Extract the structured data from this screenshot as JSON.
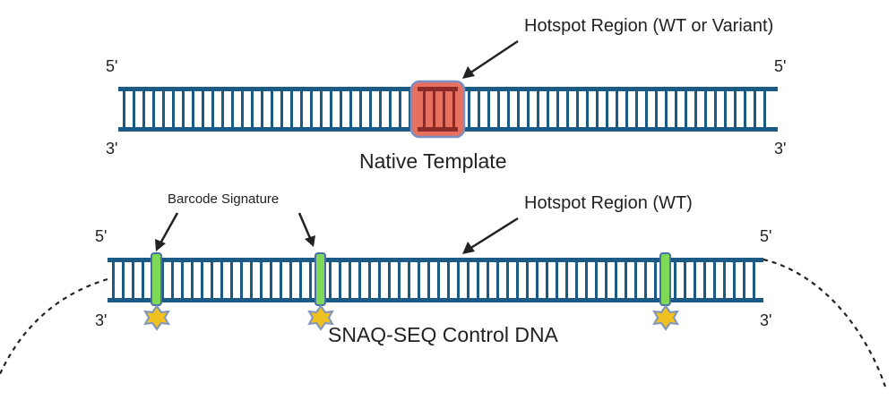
{
  "native_template": {
    "title": "Native Template",
    "top_left_end": "5'",
    "bottom_left_end": "3'",
    "top_right_end": "5'",
    "bottom_right_end": "3'",
    "hotspot_label": "Hotspot Region (WT or Variant)"
  },
  "control_dna": {
    "title": "SNAQ-SEQ Control DNA",
    "top_left_end": "5'",
    "bottom_left_end": "3'",
    "top_right_end": "5'",
    "bottom_right_end": "3'",
    "hotspot_label": "Hotspot Region (WT)",
    "barcode_label": "Barcode Signature",
    "barcode_count": 3
  },
  "colors": {
    "strand": "#1a5a85",
    "rung": "#1a5a85",
    "hotspot_fill": "#e8705f",
    "hotspot_border": "#7a8fc2",
    "hotspot_rung": "#8b2a26",
    "barcode": "#7ed957",
    "barcode_border": "#4a6fa8",
    "star_fill": "#f0c020",
    "star_outline": "#7f96bf",
    "arrow": "#222222",
    "circle_arc": "#222222"
  }
}
